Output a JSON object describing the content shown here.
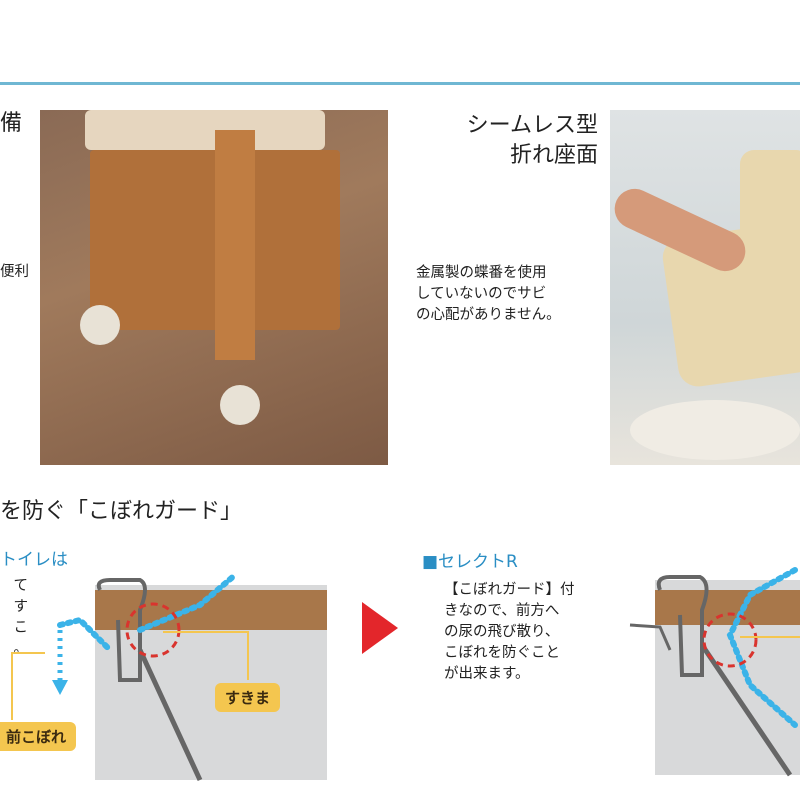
{
  "top_left_heading_fragment": "備",
  "top_left_body_fragment": "便利",
  "seat": {
    "title_line1": "シームレス型",
    "title_line2": "折れ座面",
    "desc": [
      "金属製の蝶番を使用",
      "していないのでサビ",
      "の心配がありません。"
    ]
  },
  "section_title": "を防ぐ「こぼれガード」",
  "left_diagram": {
    "subtitle_fragment": "トイレは",
    "body_fragments": [
      "てす",
      "こ",
      "。"
    ],
    "label_gap": "すきま",
    "label_front_spill": "前こぼれ"
  },
  "right_diagram": {
    "subtitle": "■セレクトR",
    "desc": [
      "【こぼれガード】付",
      "きなので、前方へ",
      "の尿の飛び散り、",
      "こぼれを防ぐこと",
      "が出来ます。"
    ]
  },
  "colors": {
    "rule": "#6fb7d3",
    "accent_blue": "#2a8ec4",
    "arrow_red": "#e3262b",
    "tag_yellow": "#f4c64f"
  }
}
